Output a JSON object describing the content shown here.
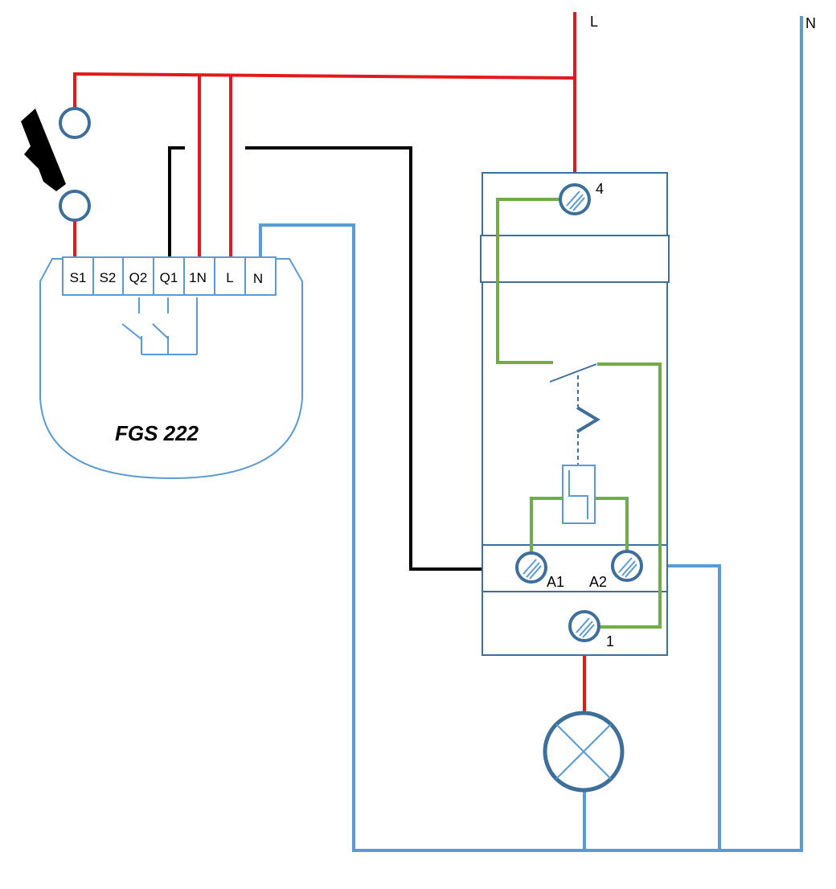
{
  "supply": {
    "live_label": "L",
    "neutral_label": "N"
  },
  "module": {
    "name": "FGS 222",
    "terminals": [
      "S1",
      "S2",
      "Q2",
      "Q1",
      "1N",
      "L",
      "N"
    ]
  },
  "relay": {
    "terminal_top": "4",
    "terminal_bottom": "1",
    "coil_left": "A1",
    "coil_right": "A2"
  },
  "colors": {
    "live": "#e31a1c",
    "neutral": "#5b9bd5",
    "switched": "#000000",
    "relay_internal": "#70ad47",
    "outline": "#3e6f9a",
    "device": "#5b9bd5"
  }
}
